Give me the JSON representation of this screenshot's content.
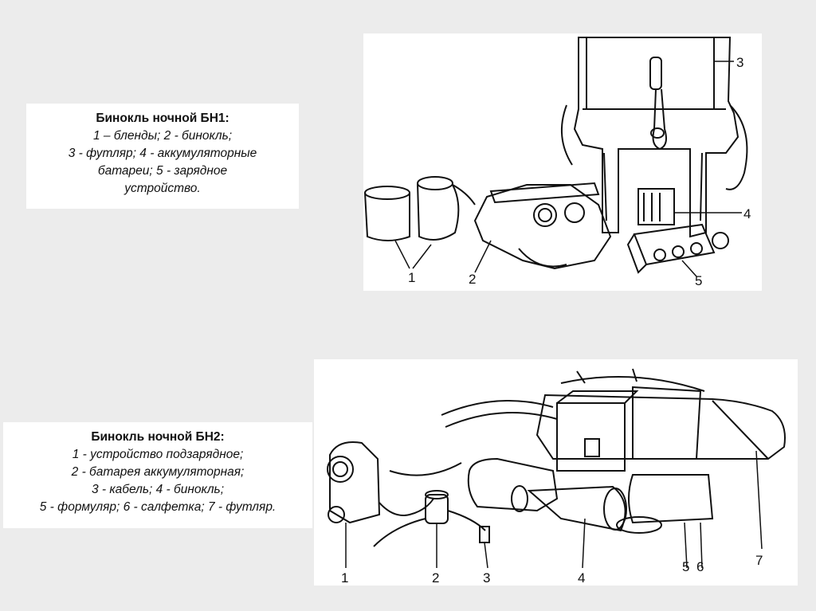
{
  "caption1": {
    "title": "Бинокль ночной БН1:",
    "lines": [
      "1 – бленды; 2 - бинокль;",
      "3 - футляр; 4 - аккумуляторные",
      "батареи;   5 - зарядное",
      "устройство."
    ]
  },
  "caption2": {
    "title": "Бинокль ночной БН2:",
    "lines": [
      "1 - устройство подзарядное;",
      "2 - батарея  аккумуляторная;",
      "3 - кабель; 4 - бинокль;",
      "5 - формуляр; 6 - салфетка; 7 - футляр."
    ]
  },
  "figure1": {
    "labels": [
      "1",
      "2",
      "3",
      "4",
      "5"
    ]
  },
  "figure2": {
    "labels": [
      "1",
      "2",
      "3",
      "4",
      "5",
      "6",
      "7"
    ]
  }
}
